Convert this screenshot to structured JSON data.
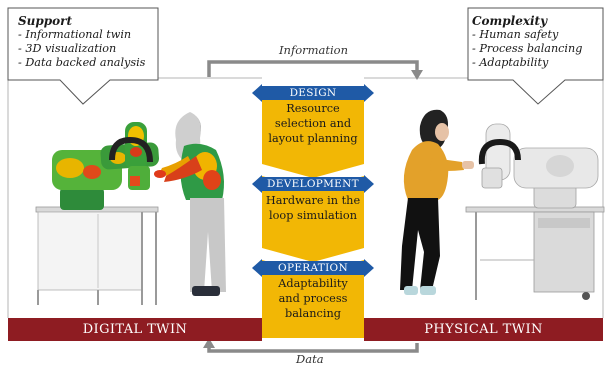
{
  "support": {
    "title": "Support",
    "items": [
      "- Informational twin",
      "- 3D visualization",
      "- Data backed analysis"
    ]
  },
  "complexity": {
    "title": "Complexity",
    "items": [
      "- Human safety",
      "- Process balancing",
      "- Adaptability"
    ]
  },
  "flows": {
    "top": "Information",
    "bottom": "Data"
  },
  "stages": [
    {
      "title": "DESIGN",
      "text": [
        "Resource",
        "selection and",
        "layout planning"
      ]
    },
    {
      "title": "DEVELOPMENT",
      "text": [
        "Hardware in the",
        "loop simulation"
      ]
    },
    {
      "title": "OPERATION",
      "text": [
        "Adaptability",
        "and process",
        "balancing"
      ]
    }
  ],
  "banners": {
    "left": "DIGITAL TWIN",
    "right": "PHYSICAL TWIN"
  },
  "colors": {
    "blue": "#1f5aa6",
    "gold": "#f2b705",
    "banner": "#8e1c22",
    "arrow": "#8a8a8a"
  },
  "icons": [
    "robot-arm-heatmap",
    "human-figure-heatmap",
    "robot-arm-physical",
    "human-worker",
    "workbench"
  ]
}
